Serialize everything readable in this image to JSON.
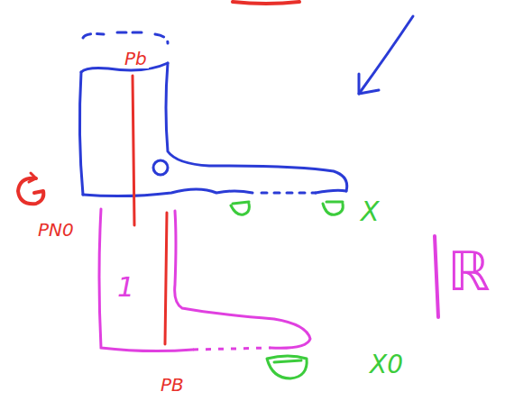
{
  "diagram": {
    "nodes": [
      {
        "text": [
          "1"
        ]
      }
    ],
    "labels": [
      "Pb",
      "PN0",
      "X",
      "ℝ",
      "X0",
      "PB"
    ]
  }
}
